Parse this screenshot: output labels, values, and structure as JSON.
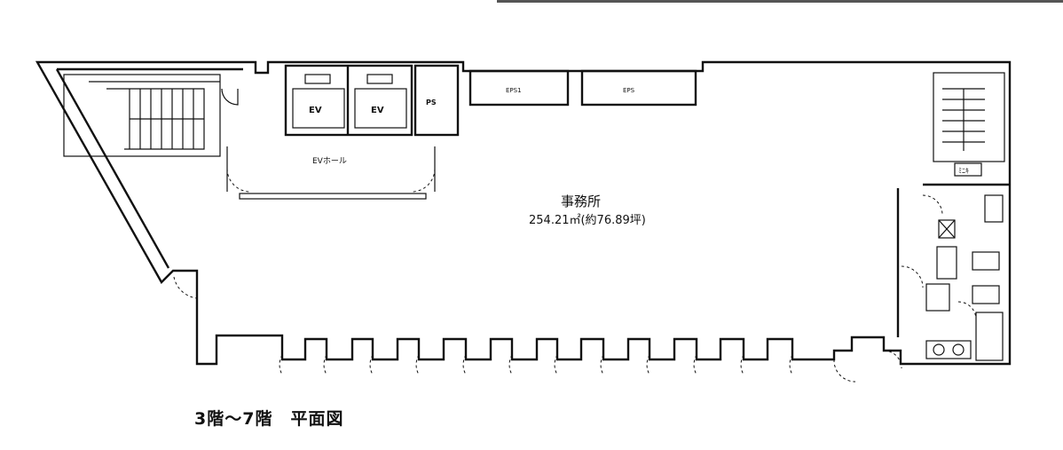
{
  "office": {
    "name": "事務所",
    "area": "254.21㎡(約76.89坪)"
  },
  "rooms": {
    "ev1": "EV",
    "ev2": "EV",
    "ps": "PS",
    "eps1": "EPS1",
    "eps2": "EPS",
    "ev_hall": "EVホール",
    "kitchen": "ﾐﾆｷ"
  },
  "floor_title": "3階～7階　平面図"
}
